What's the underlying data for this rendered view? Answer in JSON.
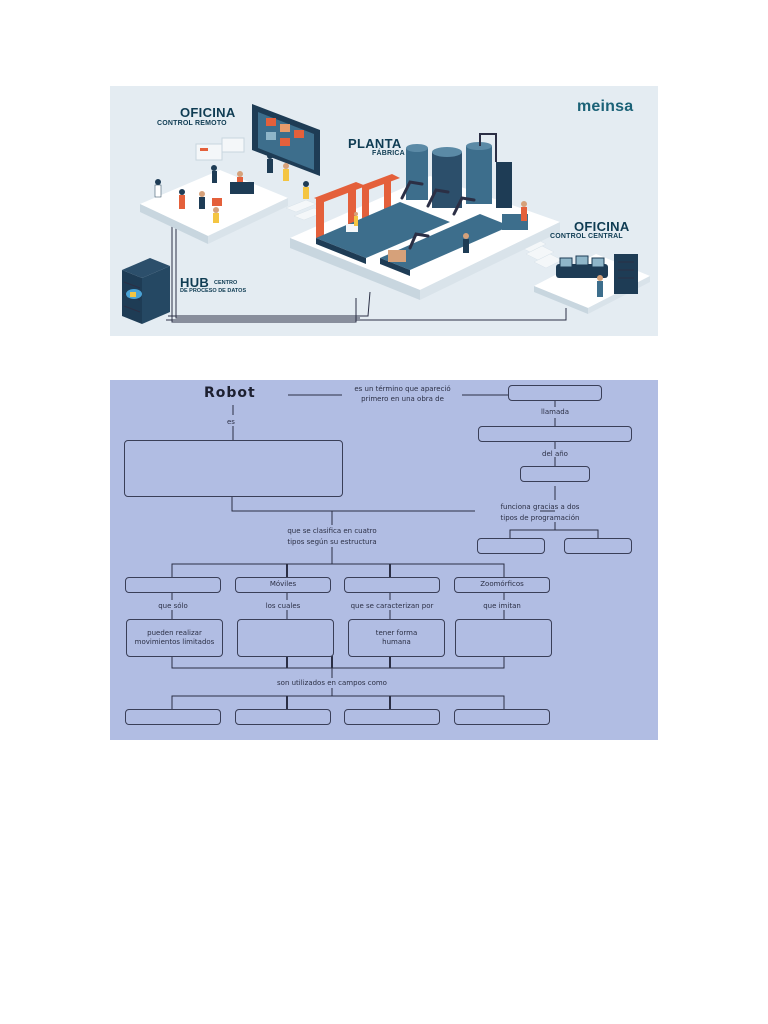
{
  "infographic": {
    "brand": "meinsa",
    "oficina_remoto": {
      "title": "OFICINA",
      "subtitle": "CONTROL REMOTO"
    },
    "planta": {
      "title": "PLANTA",
      "subtitle": "FÁBRICA"
    },
    "oficina_central": {
      "title": "OFICINA",
      "subtitle": "CONTROL CENTRAL"
    },
    "hub": {
      "title": "HUB",
      "line1": "CENTRO",
      "line2": "DE PROCESO DE DATOS"
    },
    "colors": {
      "background": "#e4ecf2",
      "dark": "#0f3c53",
      "brand": "#1b6277",
      "accent": "#e4603b"
    }
  },
  "concept_map": {
    "title": "Robot",
    "es_label": "es",
    "term_text_1": "es un término que apareció",
    "term_text_2": "primero en una obra de",
    "llamada": "llamada",
    "del_ano": "del año",
    "funciona_1": "funciona gracias a dos",
    "funciona_2": "tipos de programación",
    "clasifica_1": "que se clasifica en cuatro",
    "clasifica_2": "tipos según su estructura",
    "types": [
      "",
      "Móviles",
      "",
      "Zoomórficos"
    ],
    "connectors": [
      "que sólo",
      "los cuales",
      "que se caracterizan por",
      "que imitan"
    ],
    "details": [
      {
        "line1": "pueden realizar",
        "line2": "movimientos limitados"
      },
      {
        "line1": "",
        "line2": ""
      },
      {
        "line1": "tener forma",
        "line2": "humana"
      },
      {
        "line1": "",
        "line2": ""
      }
    ],
    "campos": "son utilizados en campos como",
    "colors": {
      "background": "#b1bde3",
      "line": "#2b2f45",
      "text": "#2b2f45"
    }
  }
}
